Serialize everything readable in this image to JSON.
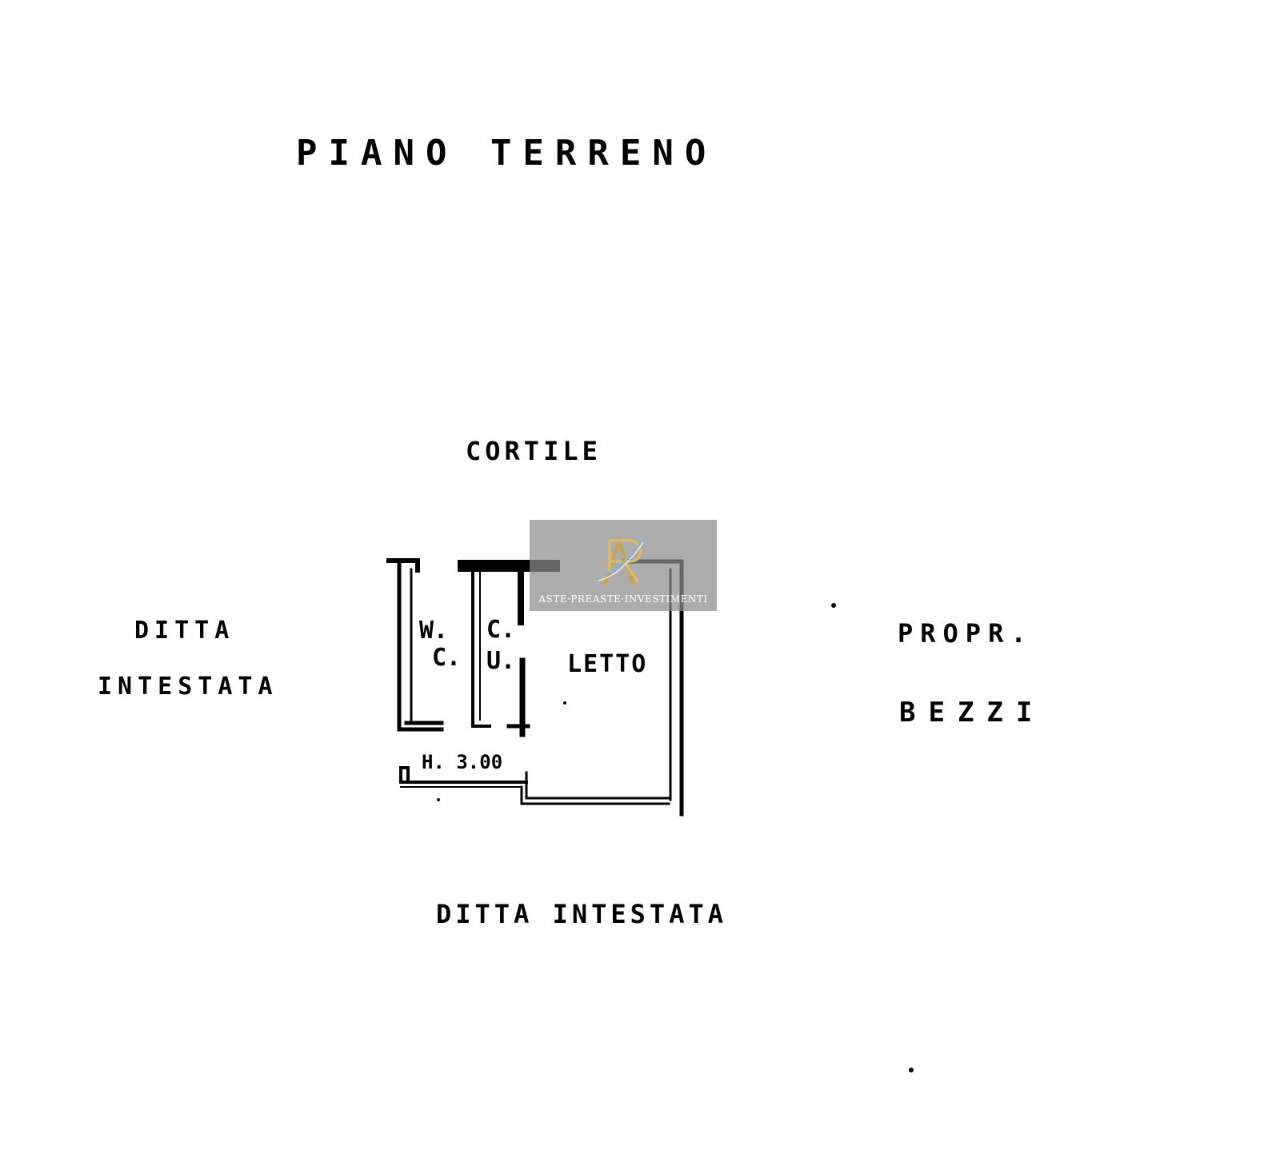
{
  "title": "PIANO TERRENO",
  "surroundings": {
    "north": "CORTILE",
    "west_line1": "DITTA",
    "west_line2": "INTESTATA",
    "east_line1": "PROPR.",
    "east_line2": "BEZZI",
    "south": "DITTA INTESTATA"
  },
  "rooms": {
    "wc_line1": "W.",
    "wc_line2": "C.",
    "cu_line1": "C.",
    "cu_line2": "U.",
    "bedroom": "LETTO"
  },
  "height_note": "H. 3.00",
  "watermark": {
    "text": "ASTE·PREASTE·INVESTIMENTI",
    "colors": {
      "gold": "#c9a54a",
      "blue": "#8fb0d0",
      "panel": "#8c8c8c"
    }
  }
}
